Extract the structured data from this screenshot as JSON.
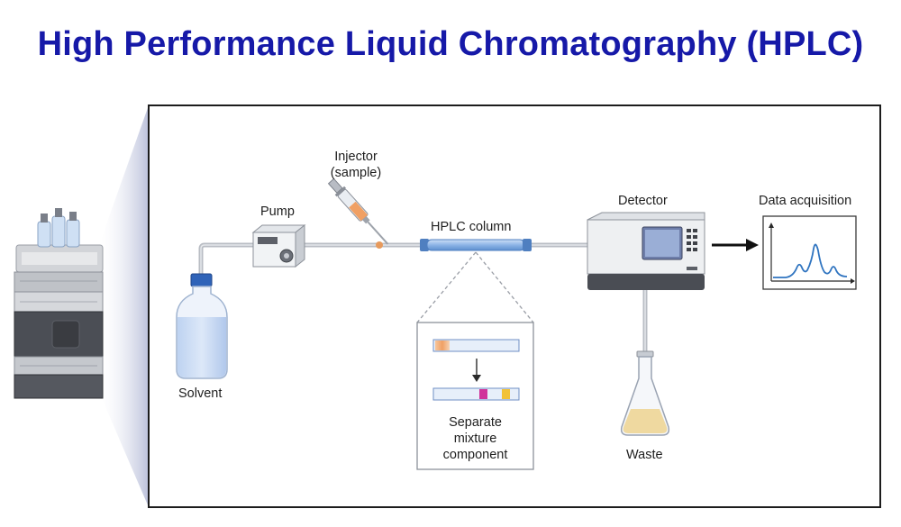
{
  "title": "High Performance Liquid Chromatography (HPLC)",
  "labels": {
    "solvent": "Solvent",
    "pump": "Pump",
    "injector_line1": "Injector",
    "injector_line2": "(sample)",
    "column": "HPLC column",
    "detector": "Detector",
    "data_acquisition": "Data acquisition",
    "waste": "Waste",
    "separate_line1": "Separate",
    "separate_line2": "mixture",
    "separate_line3": "component"
  },
  "colors": {
    "title": "#1619a8",
    "tubing": "#b9bdc4",
    "column_blue": "#5d8fcf",
    "chromatogram": "#2f74c0",
    "sample_orange": "#f0a064",
    "band_magenta": "#d0329a",
    "band_yellow": "#f2c236",
    "waste_liquid": "#efd9a0"
  }
}
